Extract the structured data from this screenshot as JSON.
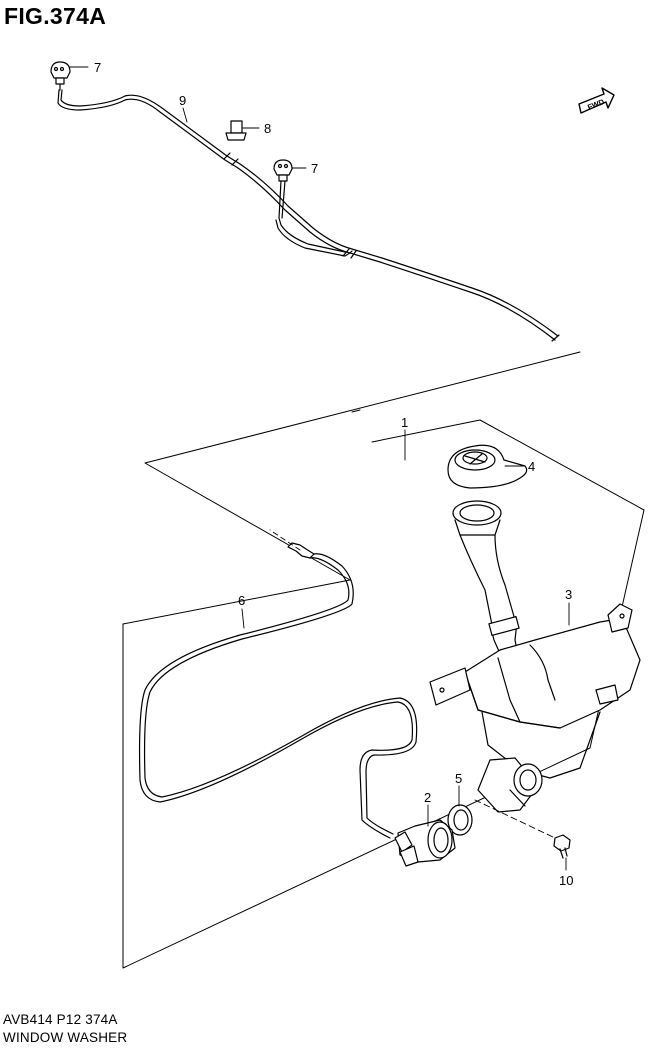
{
  "figure": {
    "title": "FIG.374A",
    "code": "AVB414 P12 374A",
    "name": "WINDOW WASHER"
  },
  "fwd_label": "FWD",
  "callouts": [
    {
      "id": "c7a",
      "label": "7"
    },
    {
      "id": "c9",
      "label": "9"
    },
    {
      "id": "c8",
      "label": "8"
    },
    {
      "id": "c7b",
      "label": "7"
    },
    {
      "id": "c1",
      "label": "1"
    },
    {
      "id": "c4",
      "label": "4"
    },
    {
      "id": "c3",
      "label": "3"
    },
    {
      "id": "c6",
      "label": "6"
    },
    {
      "id": "c5",
      "label": "5"
    },
    {
      "id": "c2",
      "label": "2"
    },
    {
      "id": "c10",
      "label": "10"
    }
  ]
}
